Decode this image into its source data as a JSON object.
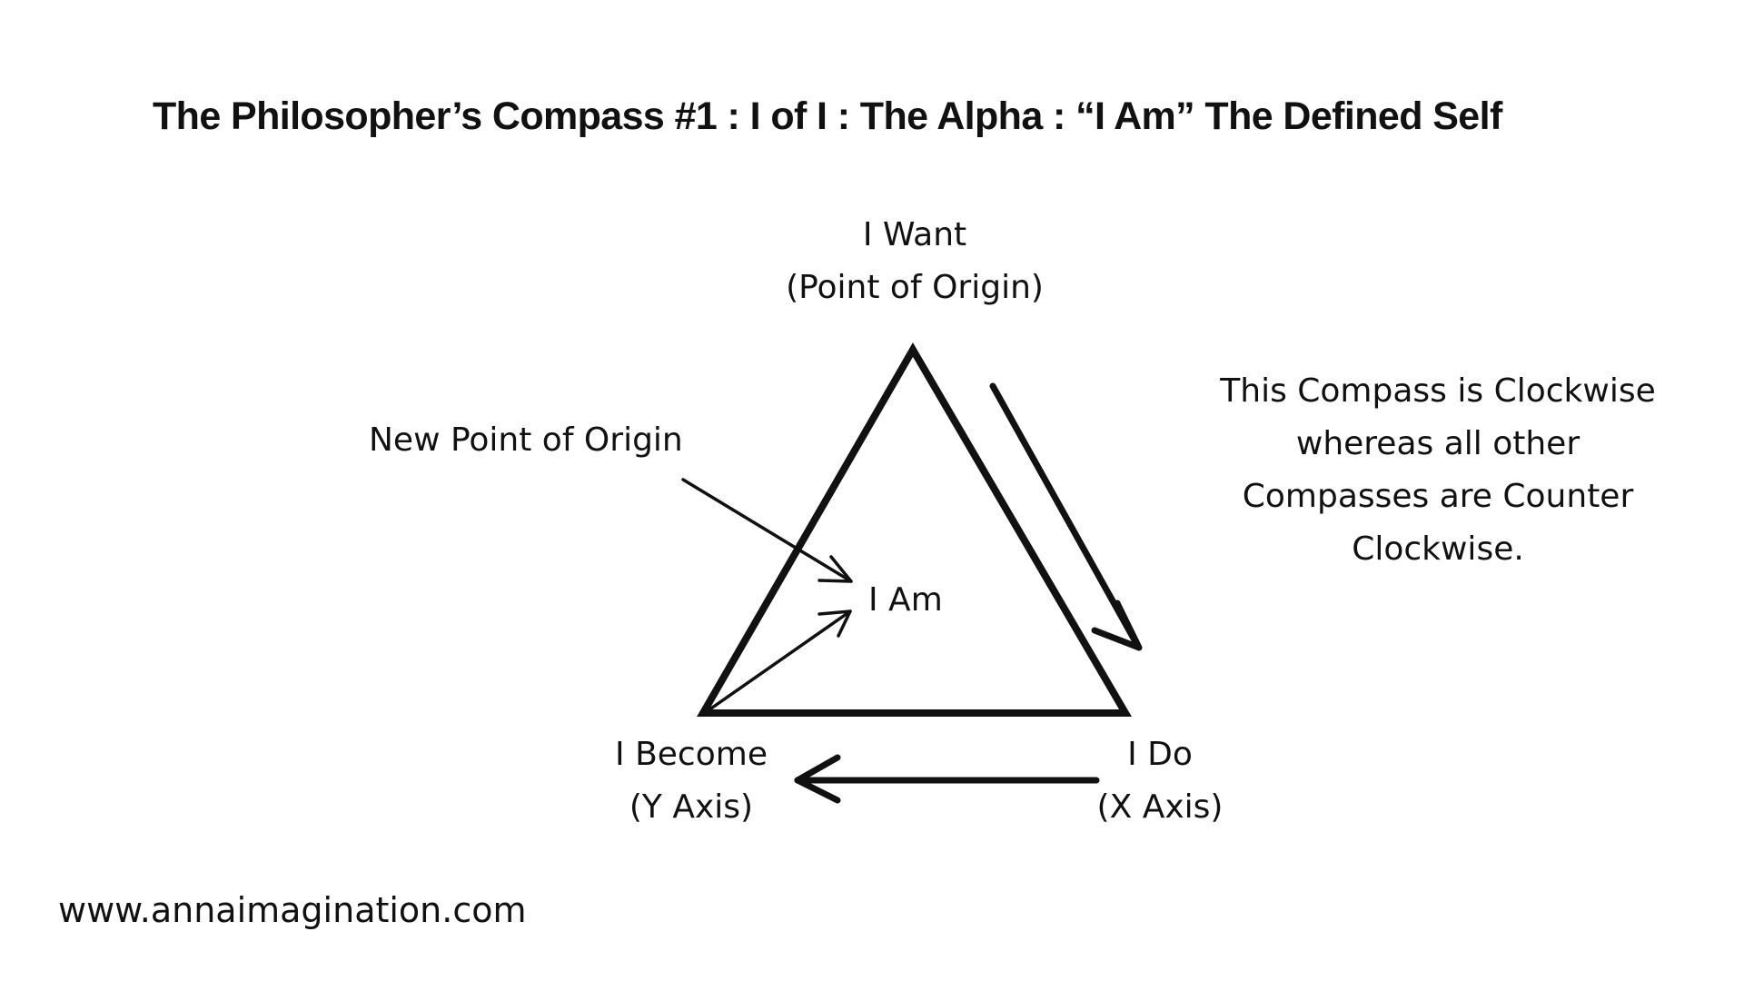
{
  "title": "The Philosopher’s Compass #1 : I of I : The Alpha : “I Am” The Defined Self",
  "nodes": {
    "top": {
      "line1": "I Want",
      "line2": "(Point of Origin)"
    },
    "bottom_left": {
      "line1": "I Become",
      "line2": "(Y Axis)"
    },
    "bottom_right": {
      "line1": "I Do",
      "line2": "(X Axis)"
    },
    "center": {
      "label": "I Am"
    }
  },
  "new_origin_label": "New Point of Origin",
  "note": {
    "lines": [
      "This Compass is Clockwise",
      "whereas all other",
      "Compasses are Counter",
      "Clockwise."
    ]
  },
  "website": "www.annaimagination.com",
  "colors": {
    "ink": "#111111",
    "background": "#ffffff"
  }
}
